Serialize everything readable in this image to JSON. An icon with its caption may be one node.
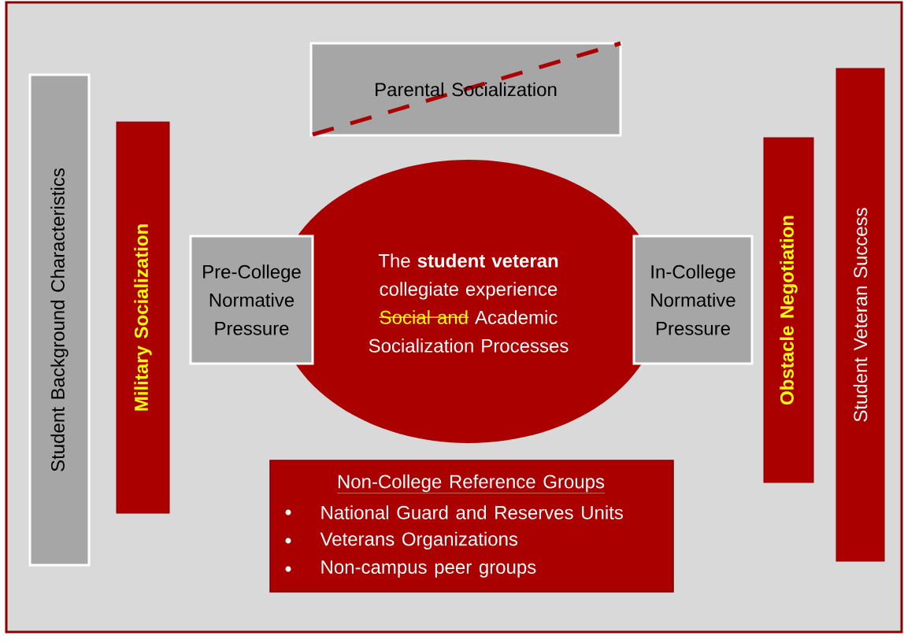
{
  "diagram": {
    "nodes": [
      {
        "text": [
          "Student Background Characteristics"
        ]
      },
      {
        "text": [
          "Military Socialization"
        ]
      },
      {
        "text": [
          "Parental Socialization"
        ]
      },
      {
        "text": [
          "The **student veteran** collegiate experience",
          "Social and",
          "Academic Socialization Processes"
        ]
      },
      {
        "text": [
          "Pre-College Normative Pressure"
        ]
      },
      {
        "text": [
          "In-College Normative Pressure"
        ]
      },
      {
        "text": [
          "Obstacle Negotiation"
        ]
      },
      {
        "text": [
          "Student Veteran Success"
        ]
      },
      {
        "text": [
          "Non-College Reference Groups",
          "National Guard and Reserves Units",
          "Veterans Organizations",
          "Non-campus peer groups"
        ]
      }
    ],
    "edges": []
  }
}
